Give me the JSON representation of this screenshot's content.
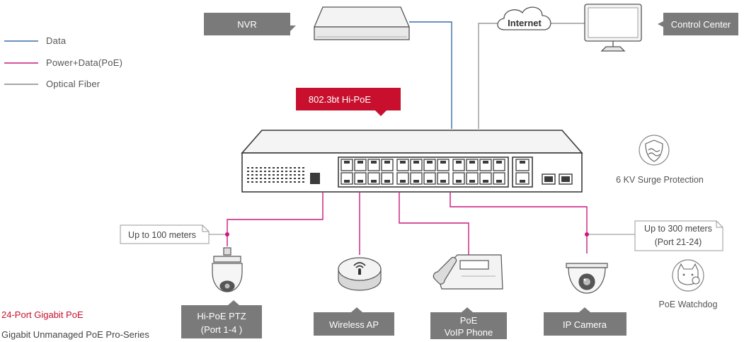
{
  "legend": {
    "data": {
      "label": "Data",
      "color": "#3a6fa8"
    },
    "poe": {
      "label": "Power+Data(PoE)",
      "color": "#c9197f"
    },
    "fiber": {
      "label": "Optical Fiber",
      "color": "#888888"
    }
  },
  "top_devices": {
    "nvr": "NVR",
    "internet": "Internet",
    "control_center": "Control Center"
  },
  "switch": {
    "badge": "802.3bt Hi-PoE"
  },
  "features": {
    "surge": "6 KV Surge Protection",
    "watchdog": "PoE Watchdog"
  },
  "distance_notes": {
    "left": "Up to 100 meters",
    "right_line1": "Up to 300 meters",
    "right_line2": "(Port 21-24)"
  },
  "bottom_devices": {
    "ptz_line1": "Hi-PoE PTZ",
    "ptz_line2": "(Port 1-4 )",
    "wireless_ap": "Wireless AP",
    "voip_line1": "PoE",
    "voip_line2": "VoIP Phone",
    "ip_camera": "IP Camera"
  },
  "product": {
    "title": "24-Port Gigabit PoE",
    "subtitle": "Gigabit Unmanaged PoE Pro-Series"
  },
  "colors": {
    "tag_bg": "#7a7a7a",
    "badge_bg": "#c8102e",
    "switch_body": "#3b3b3b"
  }
}
